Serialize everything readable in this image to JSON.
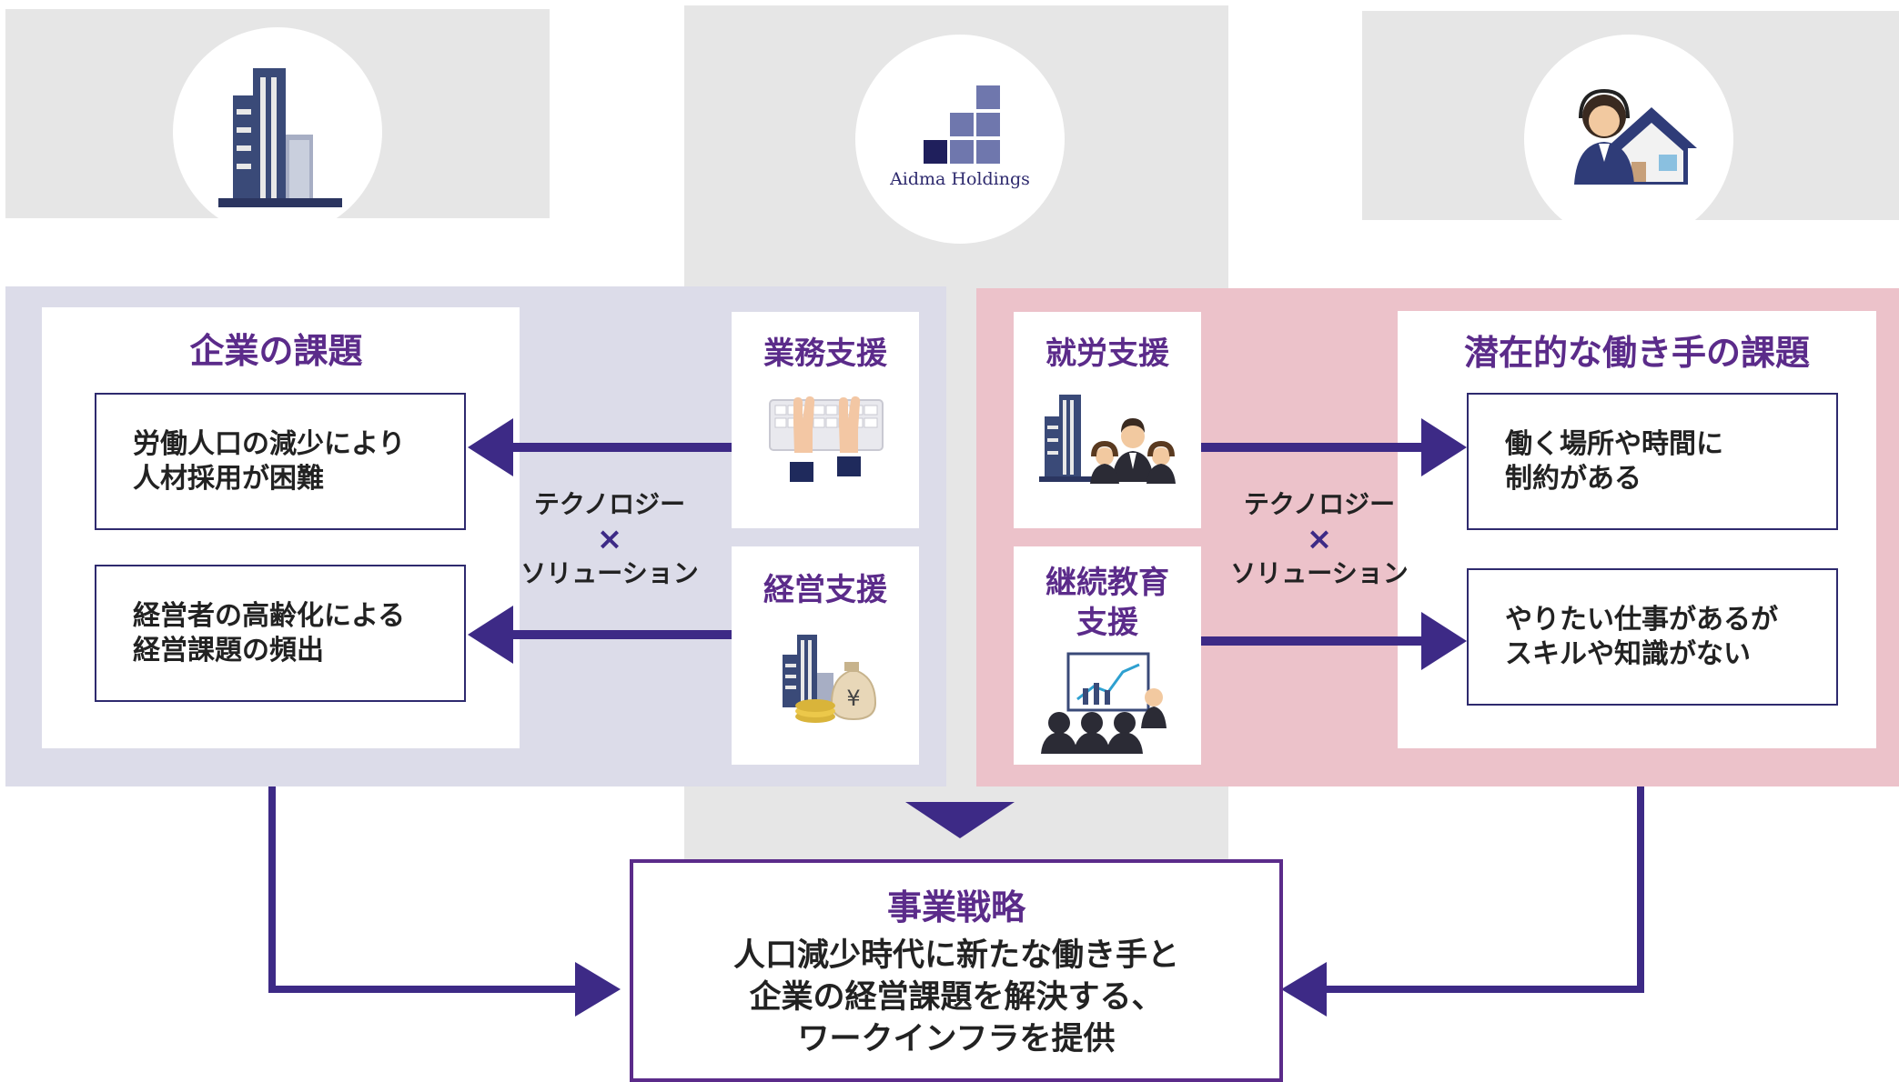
{
  "company_panel": {
    "title": "企業の課題",
    "issues": [
      "労働人口の減少により\n人材採用が困難",
      "経営者の高齢化による\n経営課題の頻出"
    ],
    "icon": "building-icon"
  },
  "aidma": {
    "logo_text": "Aidma Holdings",
    "support_left": [
      {
        "label": "業務支援",
        "icon": "keyboard-hands-icon"
      },
      {
        "label": "経営支援",
        "icon": "building-money-icon"
      }
    ],
    "support_right": [
      {
        "label": "就労支援",
        "icon": "building-workers-icon"
      },
      {
        "label": "継続教育\n支援",
        "icon": "seminar-icon"
      }
    ]
  },
  "worker_panel": {
    "title": "潜在的な働き手の課題",
    "issues": [
      "働く場所や時間に\n制約がある",
      "やりたい仕事があるが\nスキルや知識がない"
    ],
    "icon": "home-worker-icon"
  },
  "technology": {
    "line1": "テクノロジー",
    "cross": "×",
    "line2": "ソリューション"
  },
  "strategy": {
    "title": "事業戦略",
    "body": "人口減少時代に新たな働き手と\n企業の経営課題を解決する、\nワークインフラを提供"
  },
  "colors": {
    "arrow": "#3d2a86",
    "accent_text": "#5b2b8a",
    "left_bg": "#dcdce9",
    "right_bg": "#ecc2ca",
    "column_bg": "#e6e6e6"
  }
}
